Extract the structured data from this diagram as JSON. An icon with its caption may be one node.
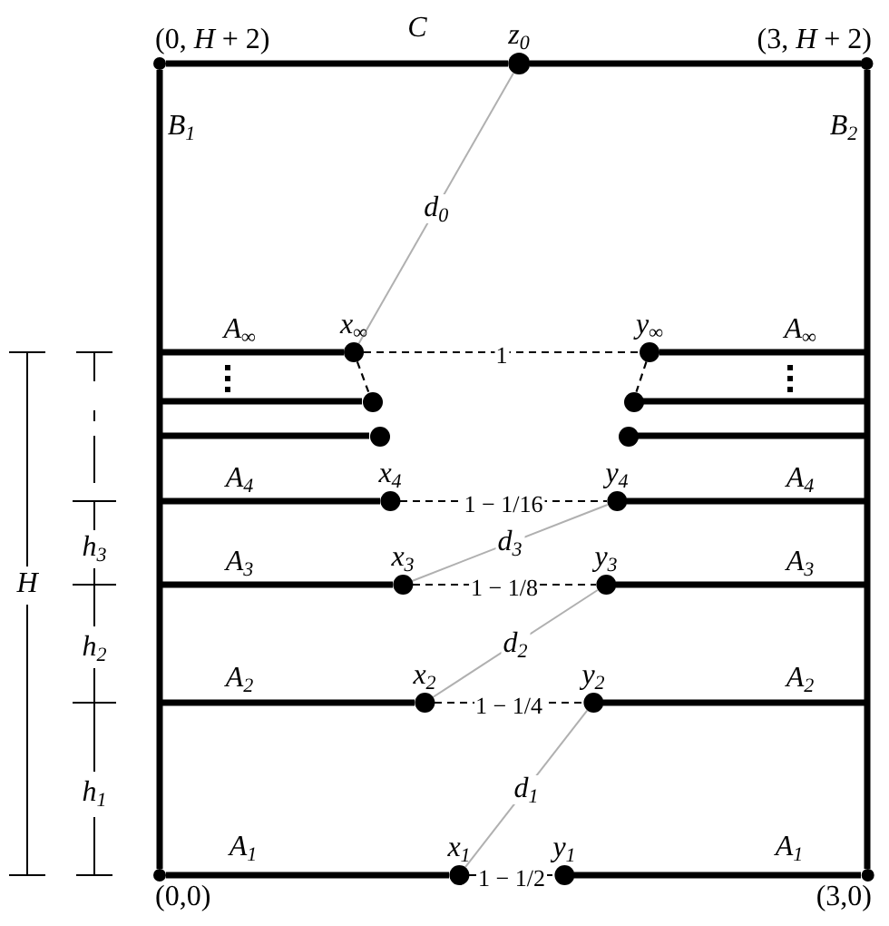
{
  "diagram": {
    "nodes": [
      {
        "text": [
          "(0, *H* + 2)"
        ]
      },
      {
        "text": [
          "(3, *H* + 2)"
        ]
      },
      {
        "text": [
          "(0,0)"
        ]
      },
      {
        "text": [
          "(3,0)"
        ]
      },
      {
        "text": [
          "z$_{0}$"
        ]
      },
      {
        "text": [
          "x$_{∞}$"
        ]
      },
      {
        "text": [
          "y$_{∞}$"
        ]
      },
      {
        "text": [],
        "shape": "circle"
      },
      {
        "text": [],
        "shape": "circle"
      },
      {
        "text": [],
        "shape": "circle"
      },
      {
        "text": [],
        "shape": "circle"
      },
      {
        "text": [
          "x$_{4}$"
        ]
      },
      {
        "text": [
          "y$_{4}$"
        ]
      },
      {
        "text": [
          "x$_{3}$"
        ]
      },
      {
        "text": [
          "y$_{3}$"
        ]
      },
      {
        "text": [
          "x$_{2}$"
        ]
      },
      {
        "text": [
          "y$_{2}$"
        ]
      },
      {
        "text": [
          "x$_{1}$"
        ]
      },
      {
        "text": [
          "y$_{1}$"
        ]
      }
    ],
    "edges": [
      {
        "from": 0,
        "to": 4,
        "arrow": "none"
      },
      {
        "from": 4,
        "to": 1,
        "arrow": "none"
      },
      {
        "from": 0,
        "to": 2,
        "arrow": "none"
      },
      {
        "from": 1,
        "to": 3,
        "arrow": "none"
      },
      {
        "from": 2,
        "to": 17,
        "arrow": "none"
      },
      {
        "from": 18,
        "to": 3,
        "arrow": "none"
      },
      {
        "from": 4,
        "to": 5,
        "arrow": "none",
        "label": "d$_{0}$",
        "color": "#b0b0b0"
      },
      {
        "from": null,
        "to": 5,
        "arrow": "none"
      },
      {
        "from": 6,
        "to": null,
        "arrow": "none"
      },
      {
        "from": 5,
        "to": 6,
        "arrow": "none",
        "label": "1",
        "style": "dashed"
      },
      {
        "from": 5,
        "to": 7,
        "arrow": "none",
        "style": "dashed"
      },
      {
        "from": 6,
        "to": 9,
        "arrow": "none",
        "style": "dashed"
      },
      {
        "from": null,
        "to": 7,
        "arrow": "none"
      },
      {
        "from": null,
        "to": 8,
        "arrow": "none"
      },
      {
        "from": 9,
        "to": null,
        "arrow": "none"
      },
      {
        "from": 10,
        "to": null,
        "arrow": "none"
      },
      {
        "from": null,
        "to": 11,
        "arrow": "none"
      },
      {
        "from": 12,
        "to": null,
        "arrow": "none"
      },
      {
        "from": 11,
        "to": 12,
        "arrow": "none",
        "label": "1 − 1/16",
        "style": "dashed"
      },
      {
        "from": 12,
        "to": 13,
        "arrow": "none",
        "label": "d$_{3}$",
        "color": "#b0b0b0"
      },
      {
        "from": null,
        "to": 13,
        "arrow": "none"
      },
      {
        "from": 14,
        "to": null,
        "arrow": "none"
      },
      {
        "from": 13,
        "to": 14,
        "arrow": "none",
        "label": "1 − 1/8",
        "style": "dashed"
      },
      {
        "from": 14,
        "to": 15,
        "arrow": "none",
        "label": "d$_{2}$",
        "color": "#b0b0b0"
      },
      {
        "from": null,
        "to": 15,
        "arrow": "none"
      },
      {
        "from": 16,
        "to": null,
        "arrow": "none"
      },
      {
        "from": 15,
        "to": 16,
        "arrow": "none",
        "label": "1 − 1/4",
        "style": "dashed"
      },
      {
        "from": 16,
        "to": 17,
        "arrow": "none",
        "label": "d$_{1}$",
        "color": "#b0b0b0"
      },
      {
        "from": 17,
        "to": 18,
        "arrow": "none",
        "label": "1 − 1/2",
        "style": "dashed"
      }
    ],
    "labels": [
      "C",
      "B$_{1}$",
      "B$_{2}$",
      "A$_{∞}$",
      "A$_{∞}$",
      "A$_{4}$",
      "A$_{4}$",
      "h$_{3}$",
      "A$_{3}$",
      "A$_{3}$",
      "H",
      "h$_{2}$",
      "A$_{2}$",
      "A$_{2}$",
      "h$_{1}$",
      "A$_{1}$",
      "A$_{1}$"
    ]
  }
}
